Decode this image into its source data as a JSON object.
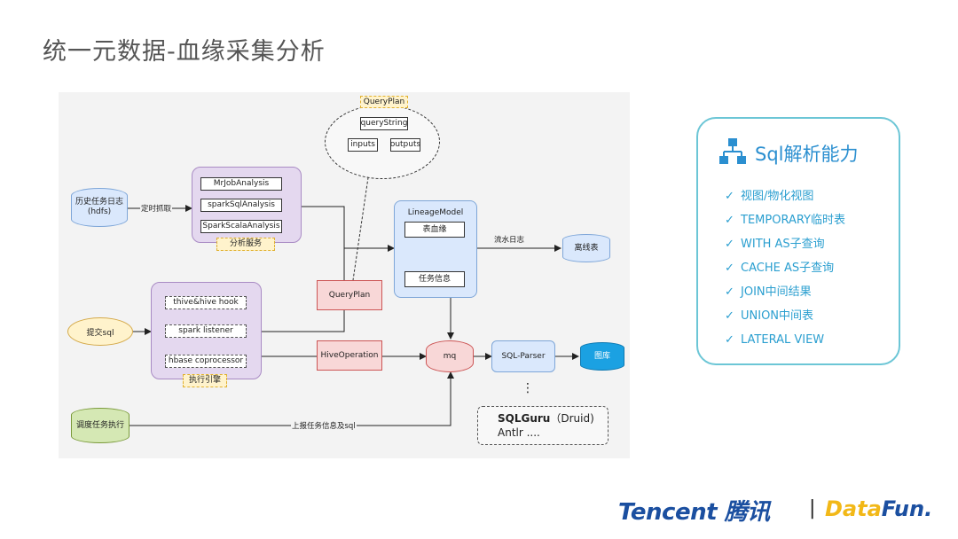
{
  "title": "统一元数据-血缘采集分析",
  "diagram": {
    "query_plan": {
      "tag": "QueryPlan",
      "query_string": "queryString",
      "inputs": "inputs",
      "outputs": "outputs"
    },
    "history_log": "历史任务日志\n(hdfs)",
    "timed_fetch": "定时抓取",
    "analysis_service": {
      "items": [
        "MrJobAnalysis",
        "sparkSqlAnalysis",
        "SparkScalaAnalysis"
      ],
      "tag": "分析服务"
    },
    "lineage_model": {
      "title": "LineageModel",
      "table_lineage": "表血缘",
      "task_info": "任务信息"
    },
    "stream_log": "流水日志",
    "offline_table": "离线表",
    "submit_sql": "提交sql",
    "exec_engine": {
      "items": [
        "thive&hive hook",
        "spark listener",
        "hbase coprocessor"
      ],
      "tag": "执行引擎"
    },
    "query_plan_box": "QueryPlan",
    "hive_operation": "HiveOperation",
    "mq": "mq",
    "sql_parser": "SQL-Parser",
    "graph_db": "图库",
    "sched_task": "调度任务执行",
    "report_label": "上报任务信息及sql",
    "sqlguru": {
      "bold": "SQLGuru",
      "rest": "（Druid)",
      "line2": "Antlr ...."
    },
    "dots": "⋮"
  },
  "card": {
    "icon": "hierarchy-icon",
    "title": "Sql解析能力",
    "items": [
      "视图/物化视图",
      "TEMPORARY临时表",
      "WITH AS子查询",
      "CACHE AS子查询",
      "JOIN中间结果",
      "UNION中间表",
      "LATERAL VIEW"
    ],
    "check": "✓"
  },
  "logos": {
    "tencent": "Tencent 腾讯",
    "sep": "|",
    "datafun_prefix": "Data",
    "datafun_suffix": "Fun."
  }
}
